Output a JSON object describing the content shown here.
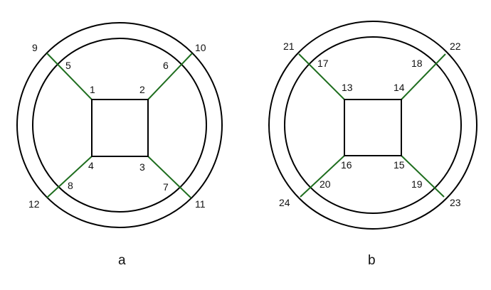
{
  "colors": {
    "outline": "#000000",
    "connector": "#1f6e1f",
    "label": "#111111",
    "background": "#ffffff"
  },
  "panels": [
    {
      "caption": "a",
      "nodes": {
        "square_top_left": "1",
        "square_top_right": "2",
        "square_bottom_right": "3",
        "square_bottom_left": "4",
        "inner_top_left": "5",
        "inner_top_right": "6",
        "inner_bottom_right": "7",
        "inner_bottom_left": "8",
        "outer_top_left": "9",
        "outer_top_right": "10",
        "outer_bottom_right": "11",
        "outer_bottom_left": "12"
      }
    },
    {
      "caption": "b",
      "nodes": {
        "square_top_left": "13",
        "square_top_right": "14",
        "square_bottom_right": "15",
        "square_bottom_left": "16",
        "inner_top_left": "17",
        "inner_top_right": "18",
        "inner_bottom_right": "19",
        "inner_bottom_left": "20",
        "outer_top_left": "21",
        "outer_top_right": "22",
        "outer_bottom_right": "23",
        "outer_bottom_left": "24"
      }
    }
  ]
}
